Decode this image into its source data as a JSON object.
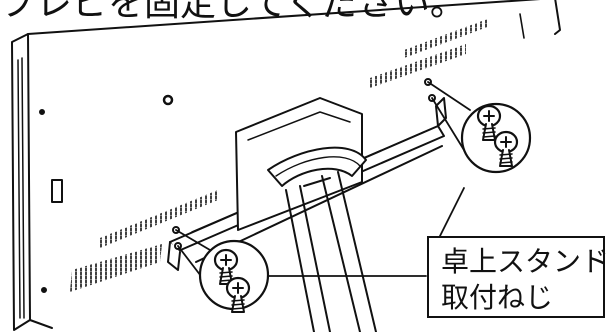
{
  "heading": {
    "text": "ブレビを固定してください。"
  },
  "callout": {
    "line1": "卓上スタンド",
    "line2": "取付ねじ"
  },
  "figure": {
    "subject": "tv-back-with-tabletop-stand",
    "screw_count": 4,
    "zoom_circles": 2,
    "stroke_color": "#111111",
    "background_color": "#ffffff"
  }
}
